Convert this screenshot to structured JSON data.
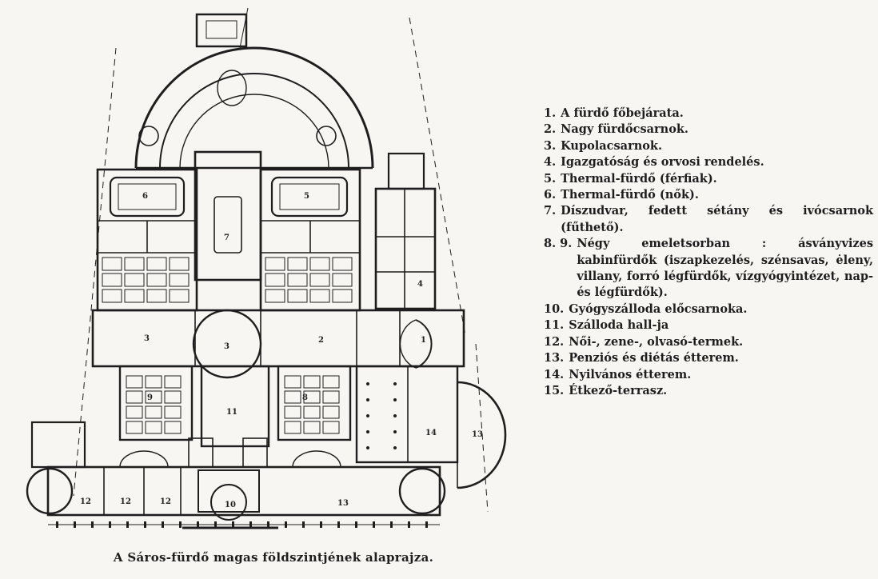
{
  "caption": "A Sáros-fürdő magas földszintjének alaprajza.",
  "legend": [
    {
      "num": "1.",
      "text": "A fürdő főbejárata."
    },
    {
      "num": "2.",
      "text": "Nagy fürdőcsarnok."
    },
    {
      "num": "3.",
      "text": "Kupolacsarnok."
    },
    {
      "num": "4.",
      "text": "Igazgatóság és orvosi rendelés."
    },
    {
      "num": "5.",
      "text": "Thermal-fürdő (férfiak)."
    },
    {
      "num": "6.",
      "text": "Thermal-fürdő (nők)."
    },
    {
      "num": "7.",
      "text": "Díszudvar, fedett sétány és ivócsarnok (fűthető)."
    },
    {
      "num": "8. 9.",
      "text": "Négy emeletsorban : ásványvizes kabinfürdők (iszapkezelés, szénsavas, ėleny, villany, forró légfürdők, vízgyógyintézet, nap- és légfürdők)."
    },
    {
      "num": "10.",
      "text": "Gyógyszálloda előcsarnoka."
    },
    {
      "num": "11.",
      "text": "Szálloda hall-ja"
    },
    {
      "num": "12.",
      "text": "Női-, zene-, olvasó-termek."
    },
    {
      "num": "13.",
      "text": "Penziós és diétás étterem."
    },
    {
      "num": "14.",
      "text": "Nyilvános étterem."
    },
    {
      "num": "15.",
      "text": "Étkező-terrasz."
    }
  ],
  "plan_labels": {
    "l1": "1",
    "l2": "2",
    "l3": "3",
    "l4": "4",
    "l5": "5",
    "l6": "6",
    "l7": "7",
    "l8": "8",
    "l9": "9",
    "l10": "10",
    "l11": "11",
    "l12a": "12",
    "l12b": "12",
    "l12c": "12",
    "l13": "13",
    "l13b": "13",
    "l14": "14"
  },
  "colors": {
    "ink": "#1e1e1e",
    "paper": "#f7f6f2"
  }
}
